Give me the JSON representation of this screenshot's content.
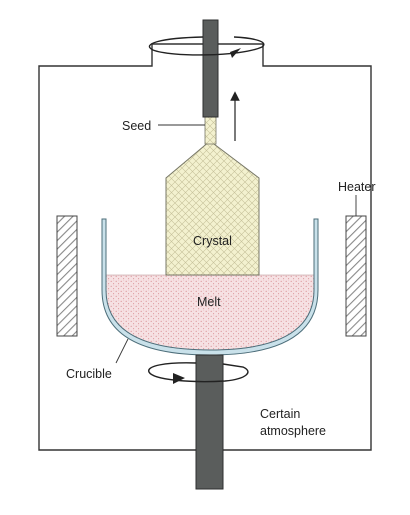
{
  "labels": {
    "seed": "Seed",
    "heater": "Heater",
    "crystal": "Crystal",
    "melt": "Melt",
    "crucible": "Crucible",
    "atmosphere_line1": "Certain",
    "atmosphere_line2": "atmosphere"
  },
  "colors": {
    "chamber_outline": "#333333",
    "shaft": "#5a5d5c",
    "crystal_fill": "#f3f1cf",
    "melt_fill": "#f6e1e3",
    "melt_dots": "#d88e93",
    "crucible_fill": "#c9e1ea",
    "heater_hatch": "#888888"
  },
  "icons": {
    "top_rotation": "counterclockwise-rotation-arrow-icon",
    "bottom_rotation": "rotation-arrow-icon",
    "pull_direction": "up-arrow-icon"
  }
}
